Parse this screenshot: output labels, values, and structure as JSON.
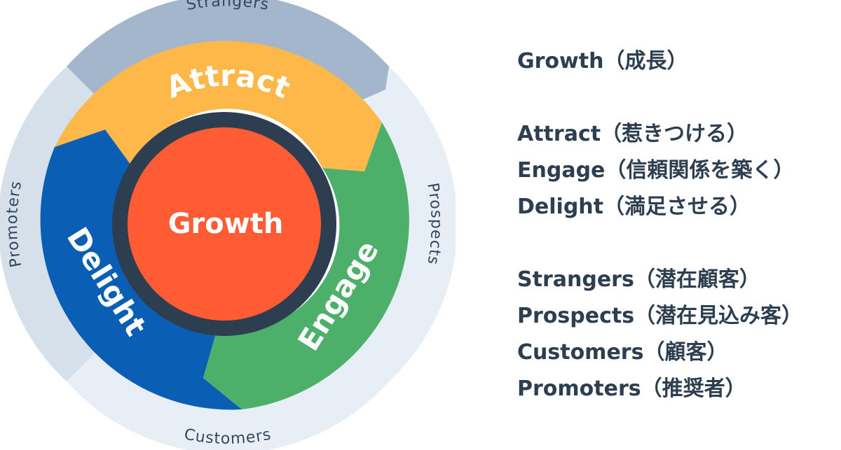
{
  "diagram": {
    "center": {
      "label": "Growth",
      "color": "#ff5c35",
      "border_color": "#2d3e50"
    },
    "stages": [
      {
        "label": "Attract",
        "color": "#fdb849"
      },
      {
        "label": "Engage",
        "color": "#4caf6a"
      },
      {
        "label": "Delight",
        "color": "#0a5fb4"
      }
    ],
    "outer_ring": [
      {
        "label": "Strangers",
        "color": "#a3b6cc"
      },
      {
        "label": "Prospects",
        "color": "#e8eef5"
      },
      {
        "label": "Customers",
        "color": "#e8eef5"
      },
      {
        "label": "Promoters",
        "color": "#d6e0eb"
      }
    ]
  },
  "legend": {
    "groups": [
      [
        "Growth（成長）"
      ],
      [
        "Attract（惹きつける）",
        "Engage（信頼関係を築く）",
        "Delight（満足させる）"
      ],
      [
        "Strangers（潜在顧客）",
        "Prospects（潜在見込み客）",
        "Customers（顧客）",
        "Promoters（推奨者）"
      ]
    ]
  }
}
